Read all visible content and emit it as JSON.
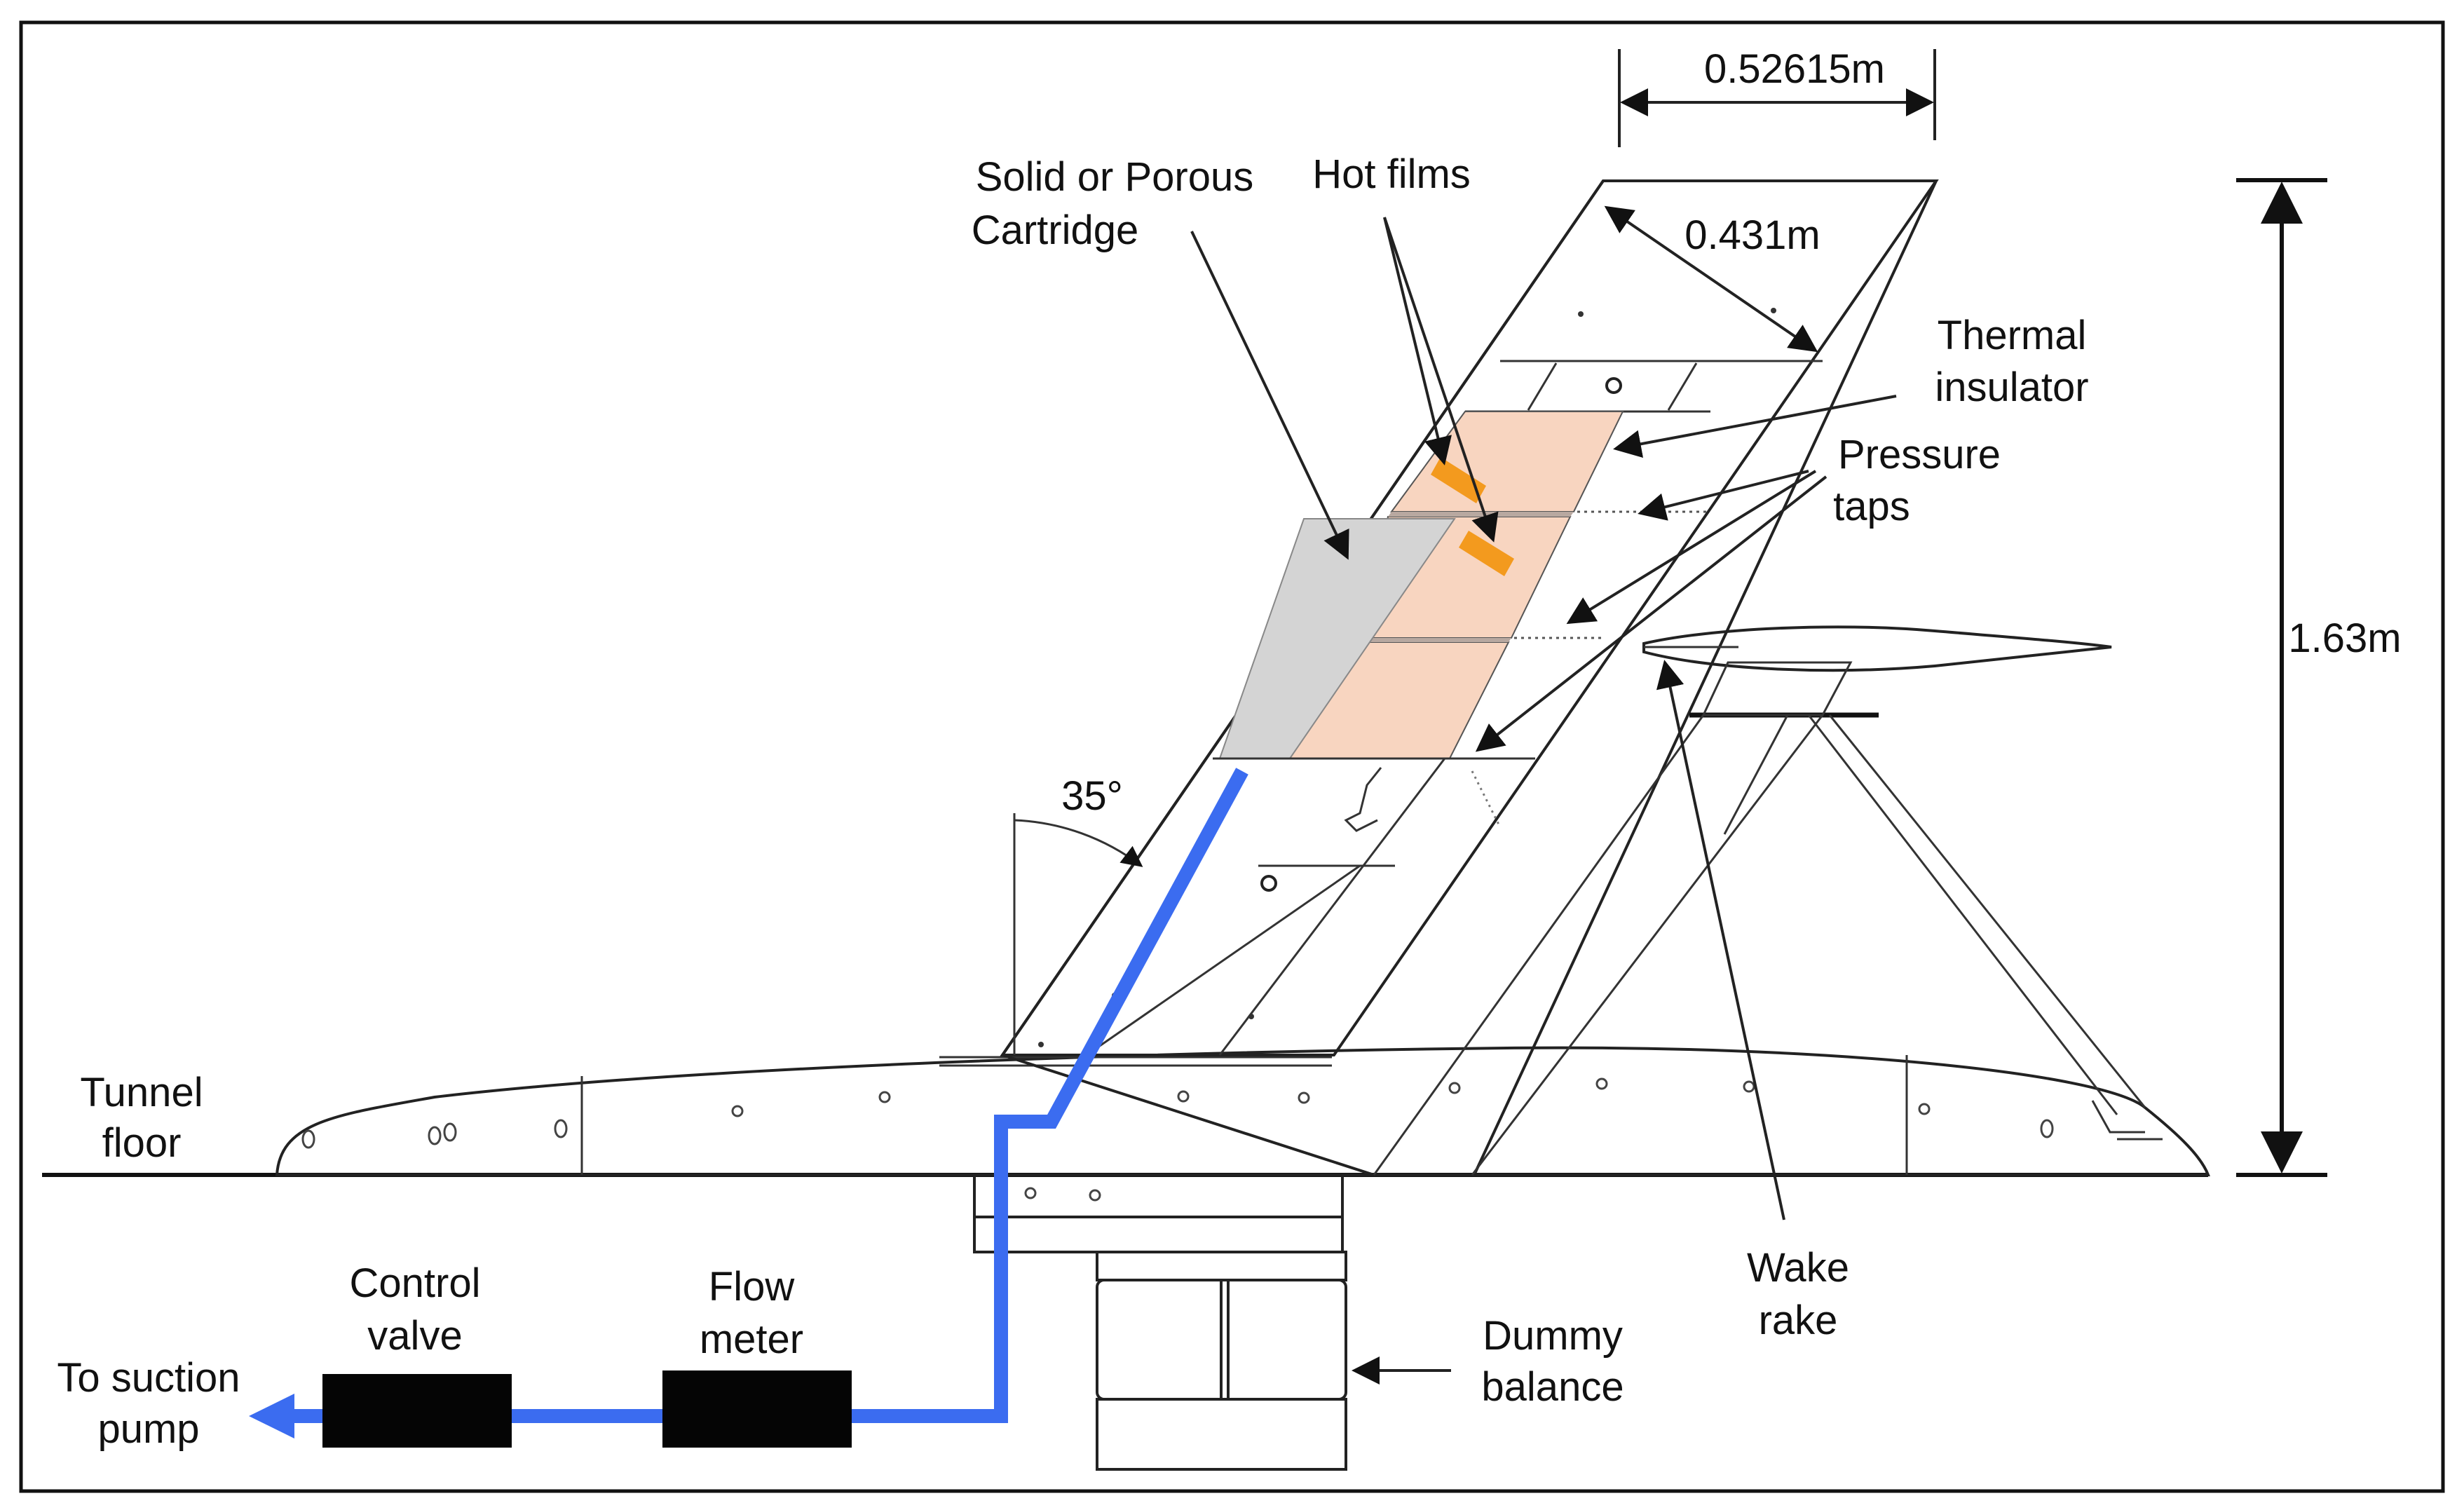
{
  "labels": {
    "span_width": "0.52615m",
    "chord": "0.431m",
    "height": "1.63m",
    "angle": "35°",
    "cartridge_1": "Solid or Porous",
    "cartridge_2": "Cartridge",
    "hot_films": "Hot films",
    "thermal_1": "Thermal",
    "thermal_2": "insulator",
    "pressure_1": "Pressure",
    "pressure_2": "taps",
    "tunnel_1": "Tunnel",
    "tunnel_2": "floor",
    "wake_1": "Wake",
    "wake_2": "rake",
    "dummy_1": "Dummy",
    "dummy_2": "balance",
    "control_1": "Control",
    "control_2": "valve",
    "flow_1": "Flow",
    "flow_2": "meter",
    "suction_1": "To suction",
    "suction_2": "pump"
  },
  "colors": {
    "suction_line": "#3b6cf0",
    "insulator": "#f8d5c0",
    "hot_film": "#f39a1e",
    "cartridge": "#d4d4d4",
    "device": "#050505"
  }
}
